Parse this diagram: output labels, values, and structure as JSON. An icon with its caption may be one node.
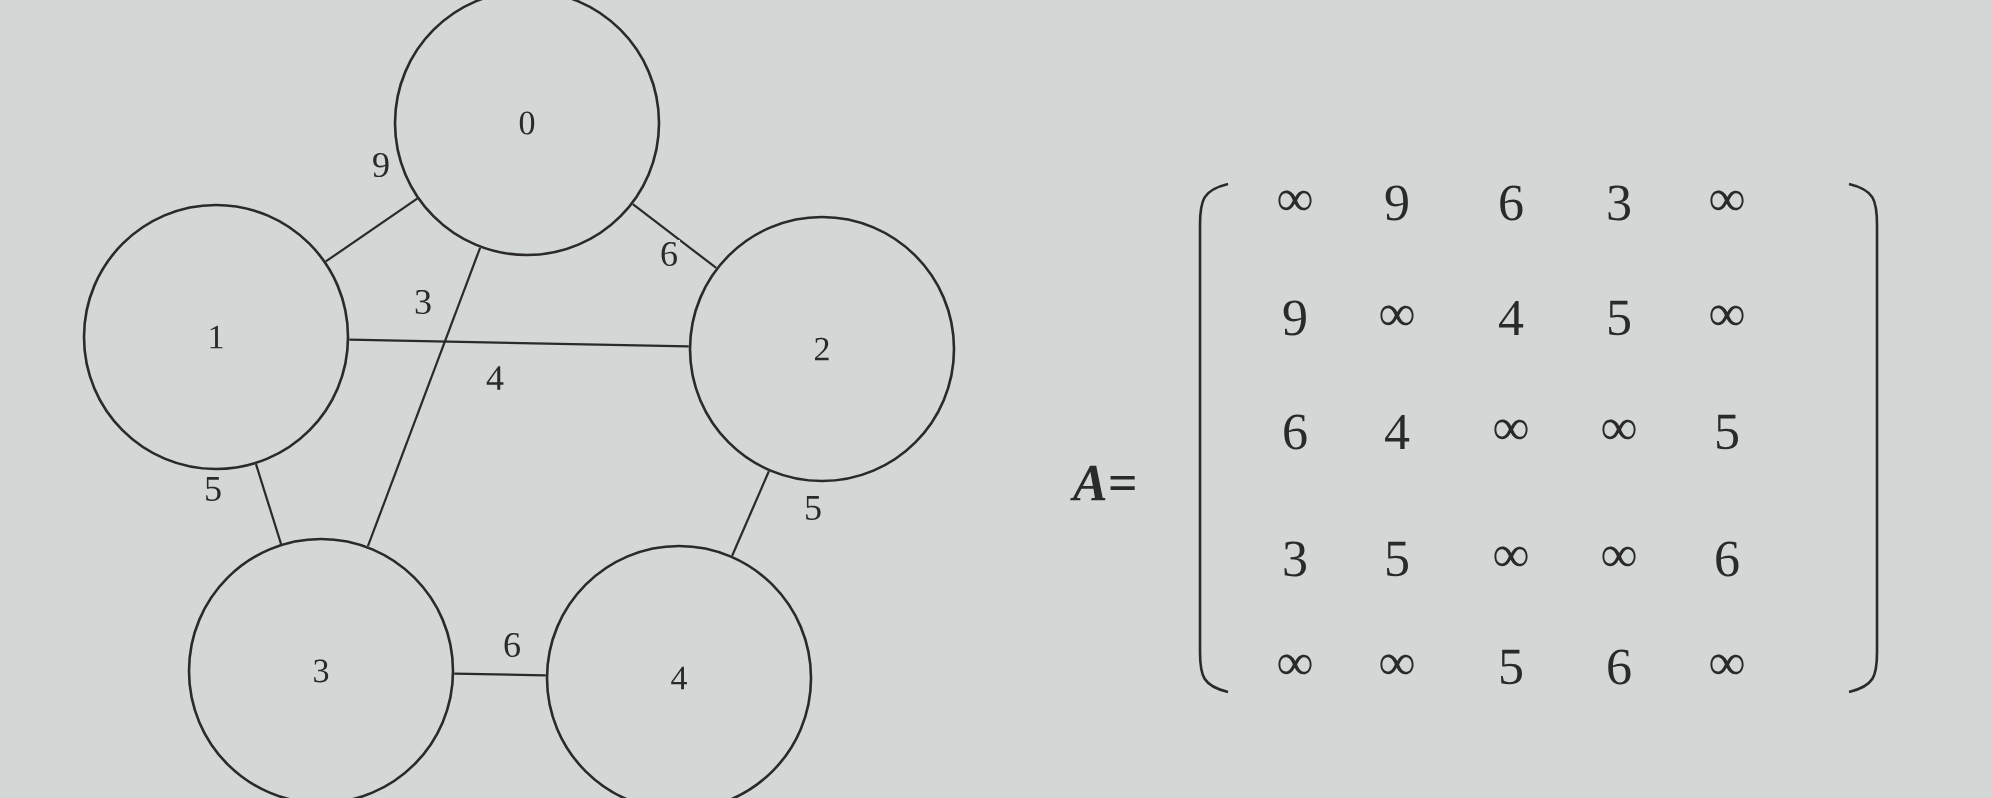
{
  "diagram": {
    "nodes": [
      {
        "text": [
          "0"
        ]
      },
      {
        "text": [
          "1"
        ]
      },
      {
        "text": [
          "2"
        ]
      },
      {
        "text": [
          "3"
        ]
      },
      {
        "text": [
          "4"
        ]
      }
    ],
    "edges": [
      {
        "from": 0,
        "to": 1,
        "arrow": "none",
        "label": "9"
      },
      {
        "from": 0,
        "to": 2,
        "arrow": "none",
        "label": "6"
      },
      {
        "from": 0,
        "to": 3,
        "arrow": "none",
        "label": "3"
      },
      {
        "from": 1,
        "to": 2,
        "arrow": "none",
        "label": "4"
      },
      {
        "from": 1,
        "to": 3,
        "arrow": "none",
        "label": "5"
      },
      {
        "from": 2,
        "to": 4,
        "arrow": "none",
        "label": "5"
      },
      {
        "from": 3,
        "to": 4,
        "arrow": "none",
        "label": "6"
      }
    ],
    "labels": [
      "A=",
      "∞",
      "9",
      "6",
      "3",
      "∞",
      "9",
      "∞",
      "4",
      "5",
      "∞",
      "6",
      "4",
      "∞",
      "∞",
      "5",
      "3",
      "5",
      "∞",
      "∞",
      "6",
      "∞",
      "∞",
      "5",
      "6",
      "∞"
    ]
  }
}
